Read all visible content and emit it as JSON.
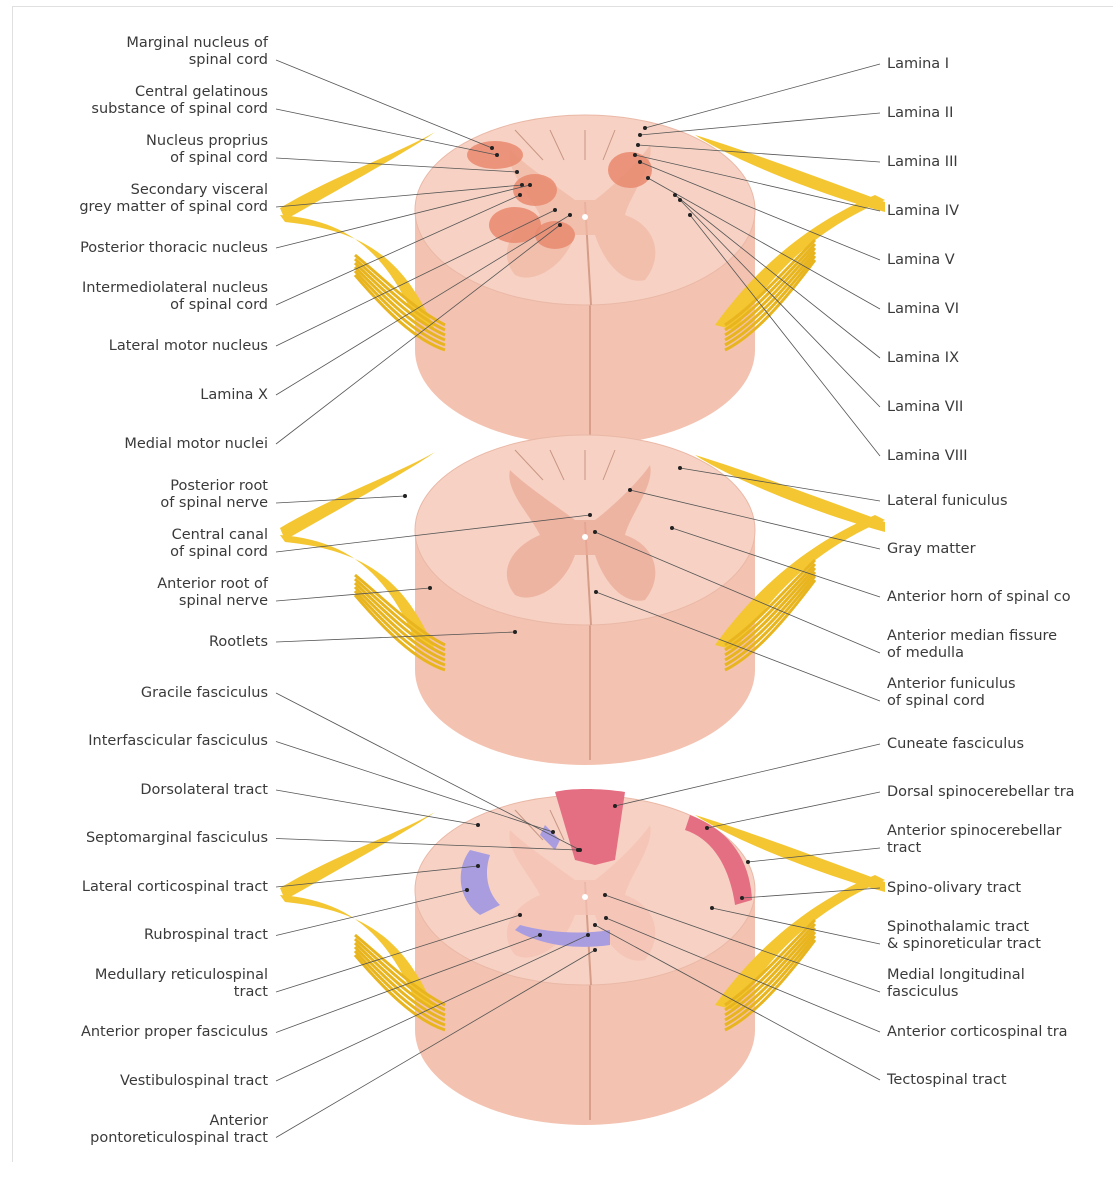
{
  "colors": {
    "cord_outer": "#f7d2c4",
    "cord_side": "#f3c2b0",
    "grey_matter": "#f0b8a6",
    "nucleus": "#e98a6e",
    "nerve": "#f3c632",
    "tract_red": "#e56f82",
    "tract_purple": "#a99de0",
    "leader_line": "#555555"
  },
  "top_section": {
    "left_labels": [
      {
        "lines": [
          "Marginal nucleus of",
          "spinal cord"
        ]
      },
      {
        "lines": [
          "Central gelatinous",
          "substance of spinal cord"
        ]
      },
      {
        "lines": [
          "Nucleus proprius",
          "of spinal cord"
        ]
      },
      {
        "lines": [
          "Secondary visceral",
          "grey matter of spinal cord"
        ]
      },
      {
        "lines": [
          "Posterior thoracic nucleus"
        ]
      },
      {
        "lines": [
          "Intermediolateral nucleus",
          "of spinal cord"
        ]
      },
      {
        "lines": [
          "Lateral motor nucleus"
        ]
      },
      {
        "lines": [
          "Lamina X"
        ]
      },
      {
        "lines": [
          "Medial motor nuclei"
        ]
      }
    ],
    "right_labels": [
      {
        "lines": [
          "Lamina I"
        ]
      },
      {
        "lines": [
          "Lamina II"
        ]
      },
      {
        "lines": [
          "Lamina III"
        ]
      },
      {
        "lines": [
          "Lamina IV"
        ]
      },
      {
        "lines": [
          "Lamina V"
        ]
      },
      {
        "lines": [
          "Lamina VI"
        ]
      },
      {
        "lines": [
          "Lamina IX"
        ]
      },
      {
        "lines": [
          "Lamina VII"
        ]
      },
      {
        "lines": [
          "Lamina VIII"
        ]
      }
    ]
  },
  "middle_section": {
    "left_labels": [
      {
        "lines": [
          "Posterior root",
          "of spinal nerve"
        ]
      },
      {
        "lines": [
          "Central canal",
          "of spinal cord"
        ]
      },
      {
        "lines": [
          "Anterior root of",
          "spinal nerve"
        ]
      },
      {
        "lines": [
          "Rootlets"
        ]
      }
    ],
    "right_labels": [
      {
        "lines": [
          "Lateral funiculus"
        ]
      },
      {
        "lines": [
          "Gray matter"
        ]
      },
      {
        "lines": [
          "Anterior horn of spinal co"
        ]
      },
      {
        "lines": [
          "Anterior median fissure",
          "of medulla"
        ]
      },
      {
        "lines": [
          "Anterior funiculus",
          "of spinal cord"
        ]
      }
    ]
  },
  "bottom_section": {
    "left_labels": [
      {
        "lines": [
          "Gracile fasciculus"
        ]
      },
      {
        "lines": [
          "Interfascicular fasciculus"
        ]
      },
      {
        "lines": [
          "Dorsolateral tract"
        ]
      },
      {
        "lines": [
          "Septomarginal fasciculus"
        ]
      },
      {
        "lines": [
          "Lateral corticospinal tract"
        ]
      },
      {
        "lines": [
          "Rubrospinal tract"
        ]
      },
      {
        "lines": [
          "Medullary reticulospinal",
          "tract"
        ]
      },
      {
        "lines": [
          "Anterior proper fasciculus"
        ]
      },
      {
        "lines": [
          "Vestibulospinal tract"
        ]
      },
      {
        "lines": [
          "Anterior",
          "pontoreticulospinal tract"
        ]
      }
    ],
    "right_labels": [
      {
        "lines": [
          "Cuneate fasciculus"
        ]
      },
      {
        "lines": [
          "Dorsal spinocerebellar tra"
        ]
      },
      {
        "lines": [
          "Anterior spinocerebellar",
          "tract"
        ]
      },
      {
        "lines": [
          "Spino-olivary tract"
        ]
      },
      {
        "lines": [
          "Spinothalamic tract",
          "& spinoreticular tract"
        ]
      },
      {
        "lines": [
          "Medial longitudinal",
          "fasciculus"
        ]
      },
      {
        "lines": [
          "Anterior corticospinal tra"
        ]
      },
      {
        "lines": [
          "Tectospinal tract"
        ]
      }
    ]
  }
}
